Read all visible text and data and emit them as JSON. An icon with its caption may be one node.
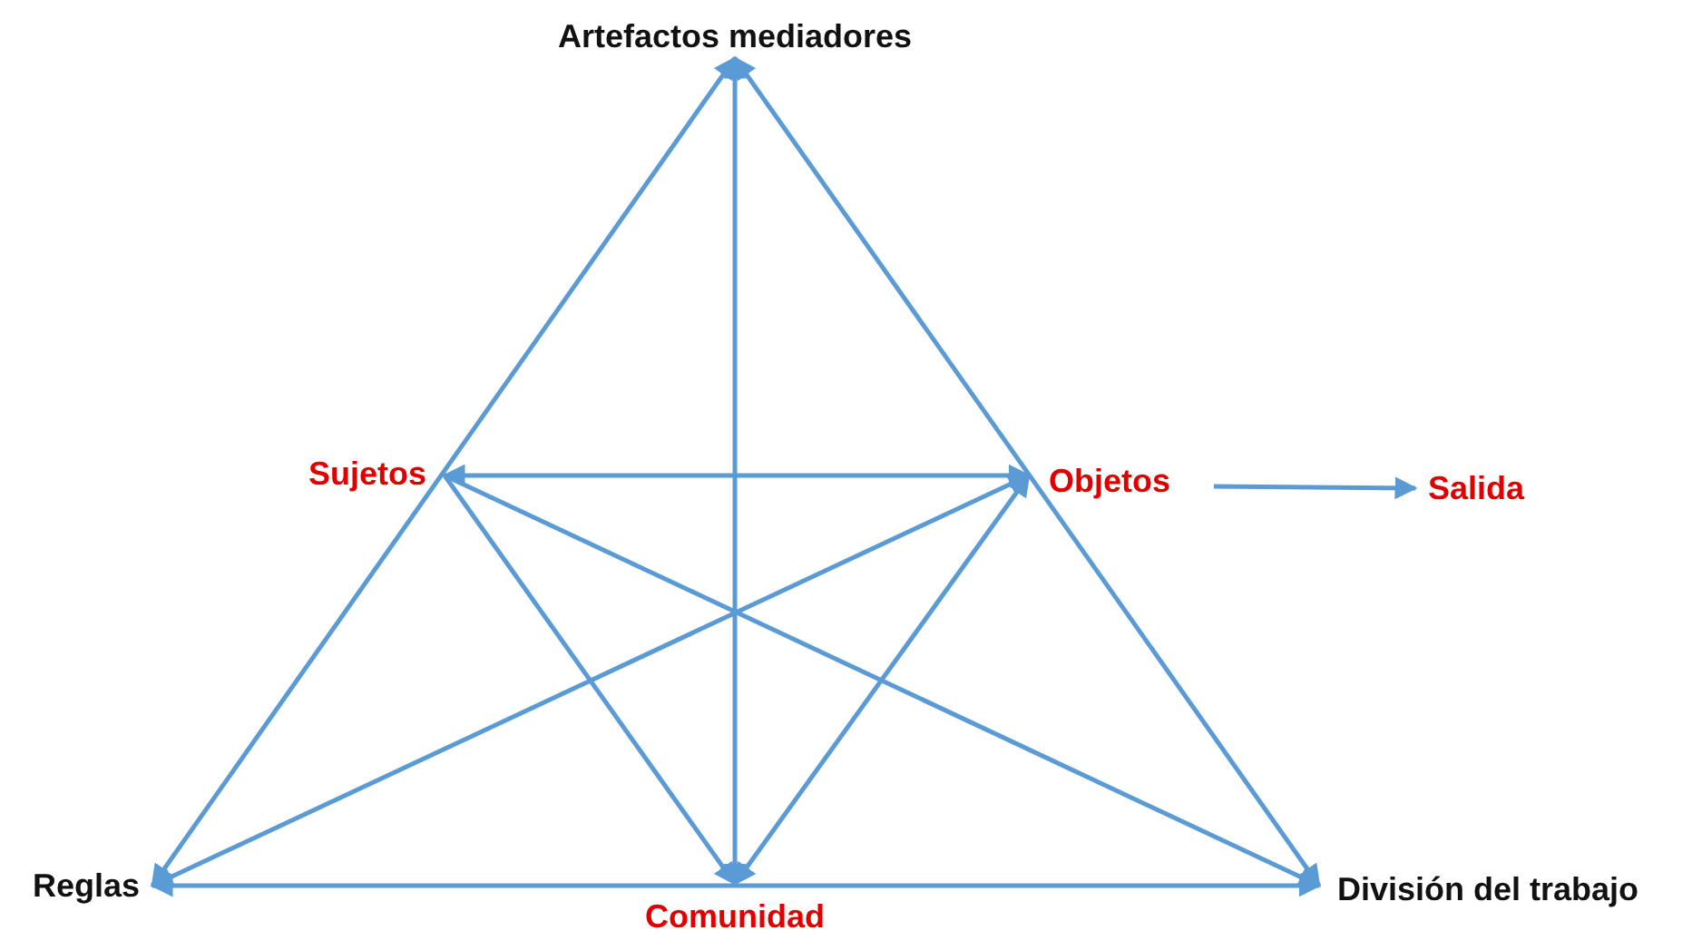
{
  "diagram": {
    "nodes": [
      {
        "text": [
          "Artefactos mediadores"
        ]
      },
      {
        "text": [
          "Sujetos"
        ]
      },
      {
        "text": [
          "Objetos"
        ]
      },
      {
        "text": [
          "Salida"
        ]
      },
      {
        "text": [
          "Reglas"
        ]
      },
      {
        "text": [
          "Comunidad"
        ]
      },
      {
        "text": [
          "División del trabajo"
        ]
      }
    ],
    "edges": [
      {
        "from": 4,
        "to": 0,
        "arrow": "both"
      },
      {
        "from": 6,
        "to": 0,
        "arrow": "both"
      },
      {
        "from": 5,
        "to": 0,
        "arrow": "both"
      },
      {
        "from": 1,
        "to": 2,
        "arrow": "both"
      },
      {
        "from": 1,
        "to": 5,
        "arrow": "to"
      },
      {
        "from": 1,
        "to": 6,
        "arrow": "to"
      },
      {
        "from": 4,
        "to": 2,
        "arrow": "both"
      },
      {
        "from": 5,
        "to": 2,
        "arrow": "both"
      },
      {
        "from": 4,
        "to": 6,
        "arrow": "both"
      },
      {
        "from": 2,
        "to": 3,
        "arrow": "to"
      }
    ]
  }
}
